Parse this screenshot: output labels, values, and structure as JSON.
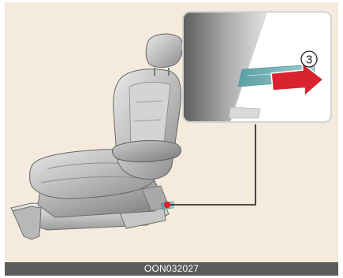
{
  "figure": {
    "code": "OON032027",
    "callout_step": "3"
  },
  "colors": {
    "background": "#f4ebdc",
    "caption_bar": "#5c5c5c",
    "callout_dot": "#d9232e",
    "arrow": "#d9232e",
    "seat": "#b9b9b9"
  },
  "icons": {
    "seat": "car-seat-illustration",
    "arrow": "right-arrow-icon",
    "dot": "callout-dot-icon"
  }
}
